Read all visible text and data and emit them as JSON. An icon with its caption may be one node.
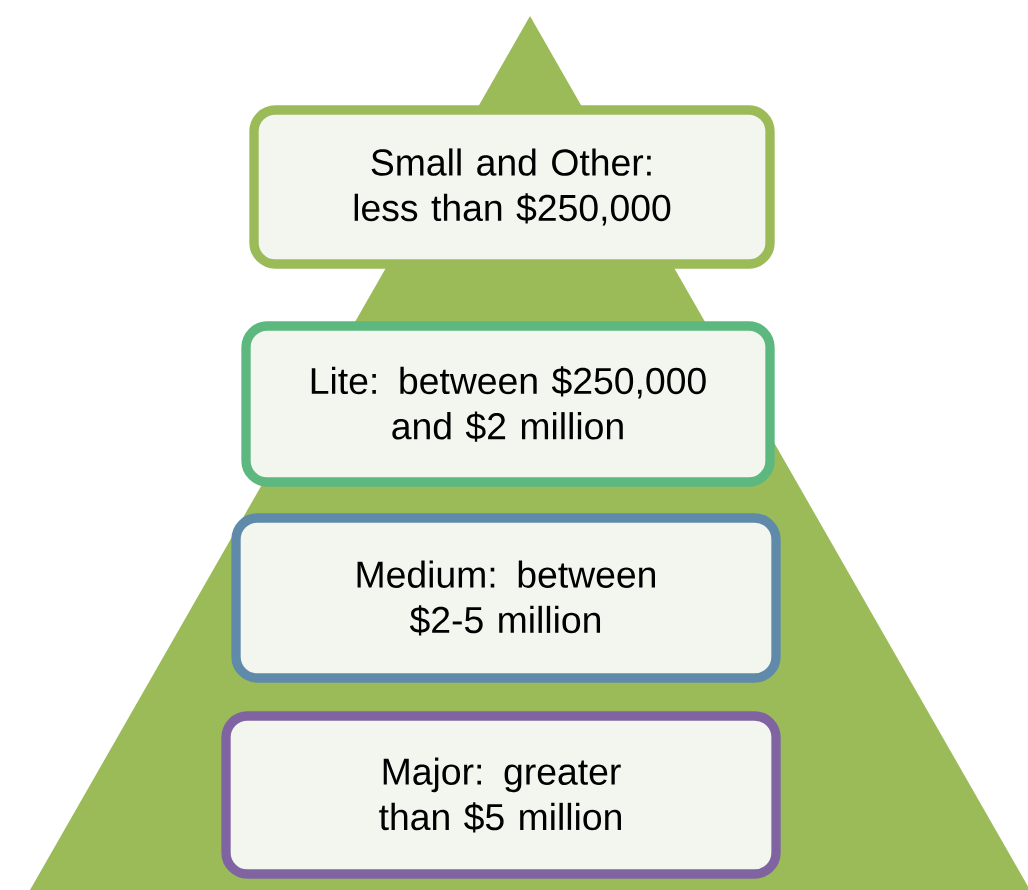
{
  "diagram": {
    "nodes": [
      {
        "text": [
          "Small and Other: less than $250,000"
        ]
      },
      {
        "text": [
          "Lite: between $250,000 and $2 million"
        ]
      },
      {
        "text": [
          "Medium: between $2-5 million"
        ]
      },
      {
        "text": [
          "Major: greater than $5 million"
        ]
      }
    ]
  }
}
